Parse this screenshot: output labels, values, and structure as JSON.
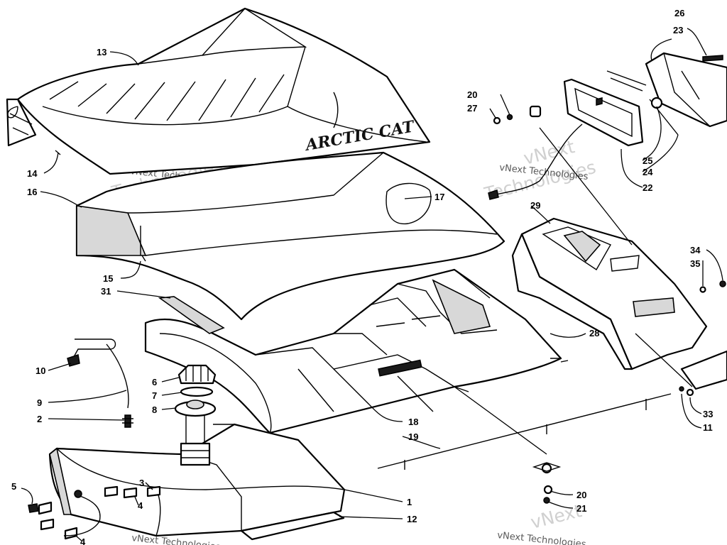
{
  "watermarks": {
    "brand": "vNext Technologies",
    "line1": "vNext",
    "line2": "Technologies"
  },
  "seat_brand": "ARCTIC CAT",
  "callouts": {
    "c1": "1",
    "c2": "2",
    "c3": "3",
    "c4a": "4",
    "c4b": "4",
    "c5": "5",
    "c6": "6",
    "c7": "7",
    "c8": "8",
    "c9": "9",
    "c10": "10",
    "c11": "11",
    "c12": "12",
    "c13": "13",
    "c14": "14",
    "c15": "15",
    "c16": "16",
    "c17": "17",
    "c18": "18",
    "c19": "19",
    "c20a": "20",
    "c20b": "20",
    "c21": "21",
    "c22": "22",
    "c23": "23",
    "c24": "24",
    "c25": "25",
    "c26": "26",
    "c27": "27",
    "c28": "28",
    "c29": "29",
    "c31": "31",
    "c33": "33",
    "c34": "34",
    "c35": "35"
  }
}
